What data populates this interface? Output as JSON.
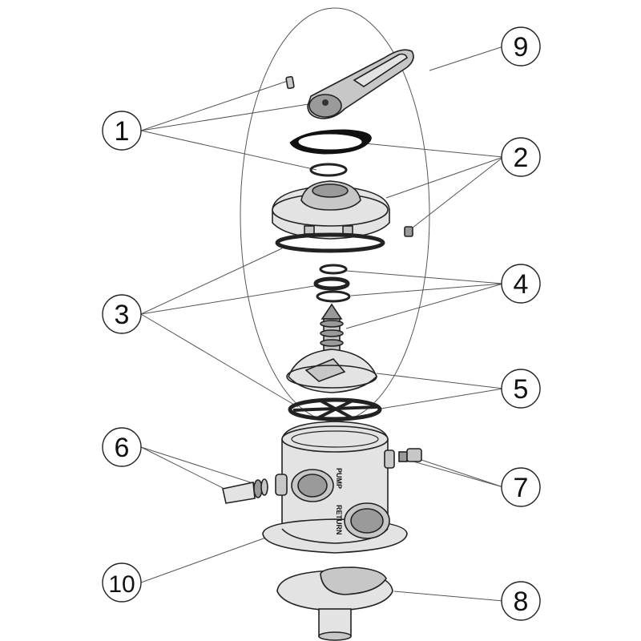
{
  "diagram": {
    "callouts": [
      {
        "id": "c1",
        "label": "1"
      },
      {
        "id": "c2",
        "label": "2"
      },
      {
        "id": "c3",
        "label": "3"
      },
      {
        "id": "c4",
        "label": "4"
      },
      {
        "id": "c5",
        "label": "5"
      },
      {
        "id": "c6",
        "label": "6"
      },
      {
        "id": "c7",
        "label": "7"
      },
      {
        "id": "c8",
        "label": "8"
      },
      {
        "id": "c9",
        "label": "9"
      },
      {
        "id": "c10",
        "label": "10"
      }
    ],
    "port_labels": {
      "pump": "PUMP",
      "return": "RETURN"
    }
  }
}
